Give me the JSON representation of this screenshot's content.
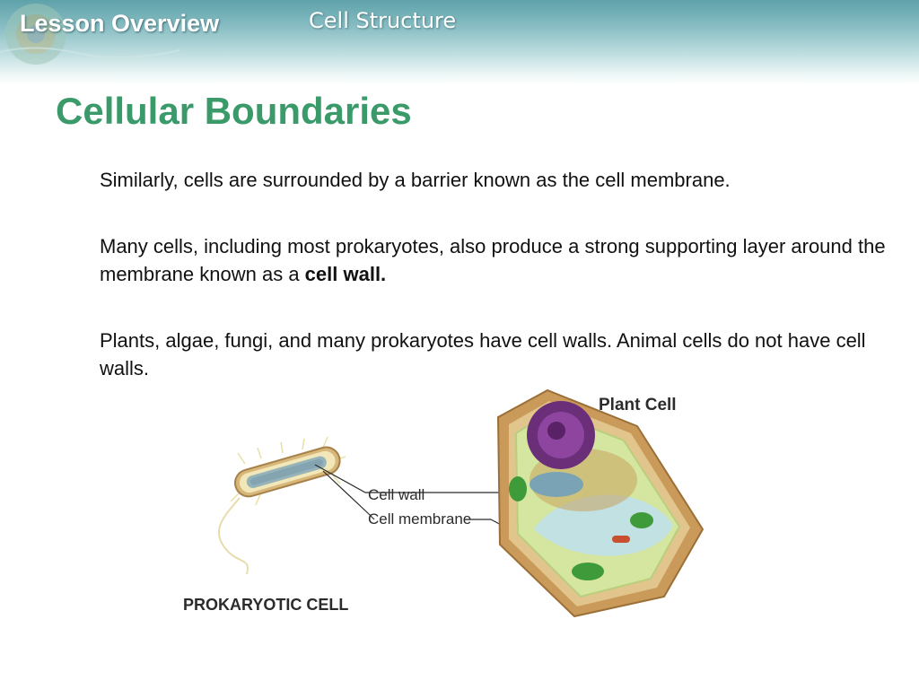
{
  "header": {
    "lesson_label": "Lesson Overview",
    "chapter_title": "Cell Structure"
  },
  "slide": {
    "title": "Cellular Boundaries",
    "paragraphs": {
      "p1": "Similarly, cells are surrounded by a barrier known as the cell membrane.",
      "p2_text": "Many cells, including most prokaryotes, also produce a strong supporting layer around the membrane known as a ",
      "p2_bold": "cell wall.",
      "p3": "Plants, algae, fungi, and many prokaryotes have cell walls.  Animal cells do not have cell walls."
    }
  },
  "diagram": {
    "plant_cell_label": "Plant Cell",
    "cell_wall_label": "Cell wall",
    "cell_membrane_label": "Cell membrane",
    "prokaryotic_label": "PROKARYOTIC CELL"
  }
}
